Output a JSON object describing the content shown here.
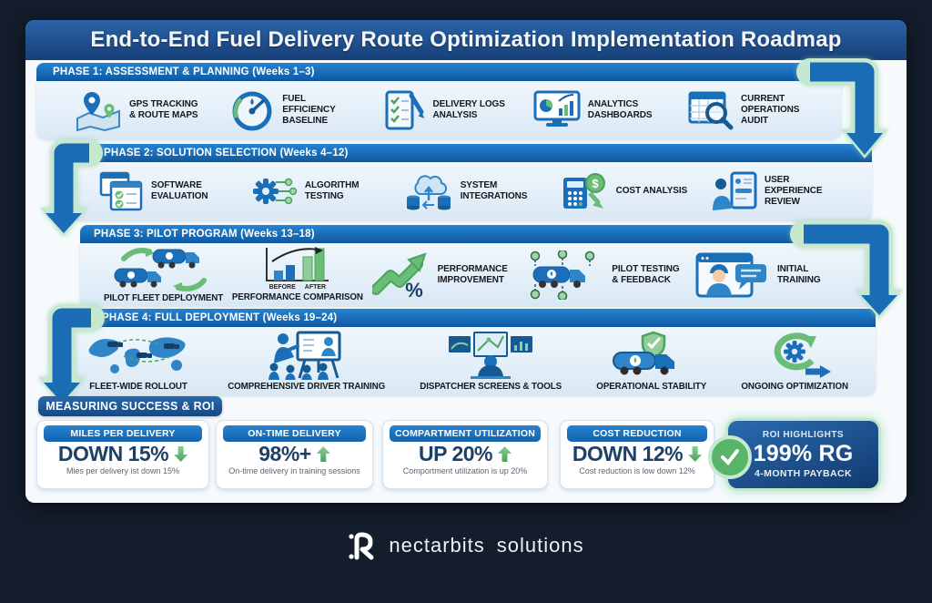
{
  "title": "End-to-End Fuel Delivery Route Optimization Implementation Roadmap",
  "phases": [
    {
      "header": "PHASE 1: ASSESSMENT & PLANNING (Weeks 1–3)",
      "items": [
        {
          "label": "GPS TRACKING & ROUTE MAPS",
          "icon": "map-pins-icon"
        },
        {
          "label": "FUEL EFFICIENCY BASELINE",
          "icon": "fuel-gauge-icon"
        },
        {
          "label": "DELIVERY LOGS ANALYSIS",
          "icon": "clipboard-checklist-icon"
        },
        {
          "label": "ANALYTICS DASHBOARDS",
          "icon": "analytics-monitor-icon"
        },
        {
          "label": "CURRENT OPERATIONS AUDIT",
          "icon": "spreadsheet-magnifier-icon"
        }
      ]
    },
    {
      "header": "PHASE 2: SOLUTION SELECTION (Weeks 4–12)",
      "items": [
        {
          "label": "SOFTWARE EVALUATION",
          "icon": "software-windows-icon"
        },
        {
          "label": "ALGORITHM TESTING",
          "icon": "gear-circuit-icon"
        },
        {
          "label": "SYSTEM INTEGRATIONS",
          "icon": "cloud-database-icon"
        },
        {
          "label": "COST ANALYSIS",
          "icon": "calculator-dollar-icon",
          "icon_text": "$"
        },
        {
          "label": "USER EXPERIENCE REVIEW",
          "icon": "user-tablet-icon"
        }
      ]
    },
    {
      "header": "PHASE 3: PILOT PROGRAM (Weeks 13–18)",
      "items": [
        {
          "label": "PILOT FLEET DEPLOYMENT",
          "icon": "tanker-trucks-icon"
        },
        {
          "label": "PERFORMANCE COMPARISON",
          "icon": "bar-chart-compare-icon",
          "sub_labels": {
            "before": "BEFORE",
            "after": "AFTER"
          }
        },
        {
          "label": "PERFORMANCE IMPROVEMENT",
          "icon": "growth-arrow-icon",
          "icon_text": "%"
        },
        {
          "label": "PILOT TESTING & FEEDBACK",
          "icon": "tanker-nodes-icon"
        },
        {
          "label": "INITIAL TRAINING",
          "icon": "trainer-speech-icon"
        }
      ]
    },
    {
      "header": "PHASE 4: FULL DEPLOYMENT (Weeks 19–24)",
      "items": [
        {
          "label": "FLEET-WIDE ROLLOUT",
          "icon": "world-map-icon"
        },
        {
          "label": "COMPREHENSIVE DRIVER TRAINING",
          "icon": "training-presentation-icon"
        },
        {
          "label": "DISPATCHER SCREENS & TOOLS",
          "icon": "dispatcher-screens-icon"
        },
        {
          "label": "OPERATIONAL STABILITY",
          "icon": "shield-tanker-icon"
        },
        {
          "label": "ONGOING OPTIMIZATION",
          "icon": "cycle-gear-icon"
        }
      ]
    }
  ],
  "measuring_label": "MEASURING SUCCESS & ROI",
  "metrics": {
    "cards": [
      {
        "title": "MILES PER DELIVERY",
        "value": "DOWN 15%",
        "direction": "down",
        "description": "Mies per delivery ist down 15%"
      },
      {
        "title": "ON-TIME DELIVERY",
        "value": "98%+",
        "direction": "up",
        "description": "On-time delivery in training sessions"
      },
      {
        "title": "COMPARTMENT UTILIZATION",
        "value": "UP 20%",
        "direction": "up",
        "description": "Comportment utilization is up 20%"
      },
      {
        "title": "COST REDUCTION",
        "value": "DOWN 12%",
        "direction": "down",
        "description": "Cost reduction is low down 12%"
      }
    ],
    "roi": {
      "title": "ROI HIGHLIGHTS",
      "value": "199% RG",
      "subtitle": "4-MONTH PAYBACK"
    }
  },
  "footer": {
    "brand": "nectarbits",
    "brand2": "solutions"
  },
  "colors": {
    "page_background": "#131d2b",
    "panel": "#f6fafd",
    "title_bar": "#1d4e8a",
    "phase_header": "#1a6cb5",
    "phase_body": "#e2eef8",
    "arrow_blue": "#1a6cb5",
    "arrow_glow_green": "#c6e8d0",
    "metric_value_navy": "#1d4066",
    "positive_green": "#5cb567",
    "roi_card": "#17457e"
  }
}
